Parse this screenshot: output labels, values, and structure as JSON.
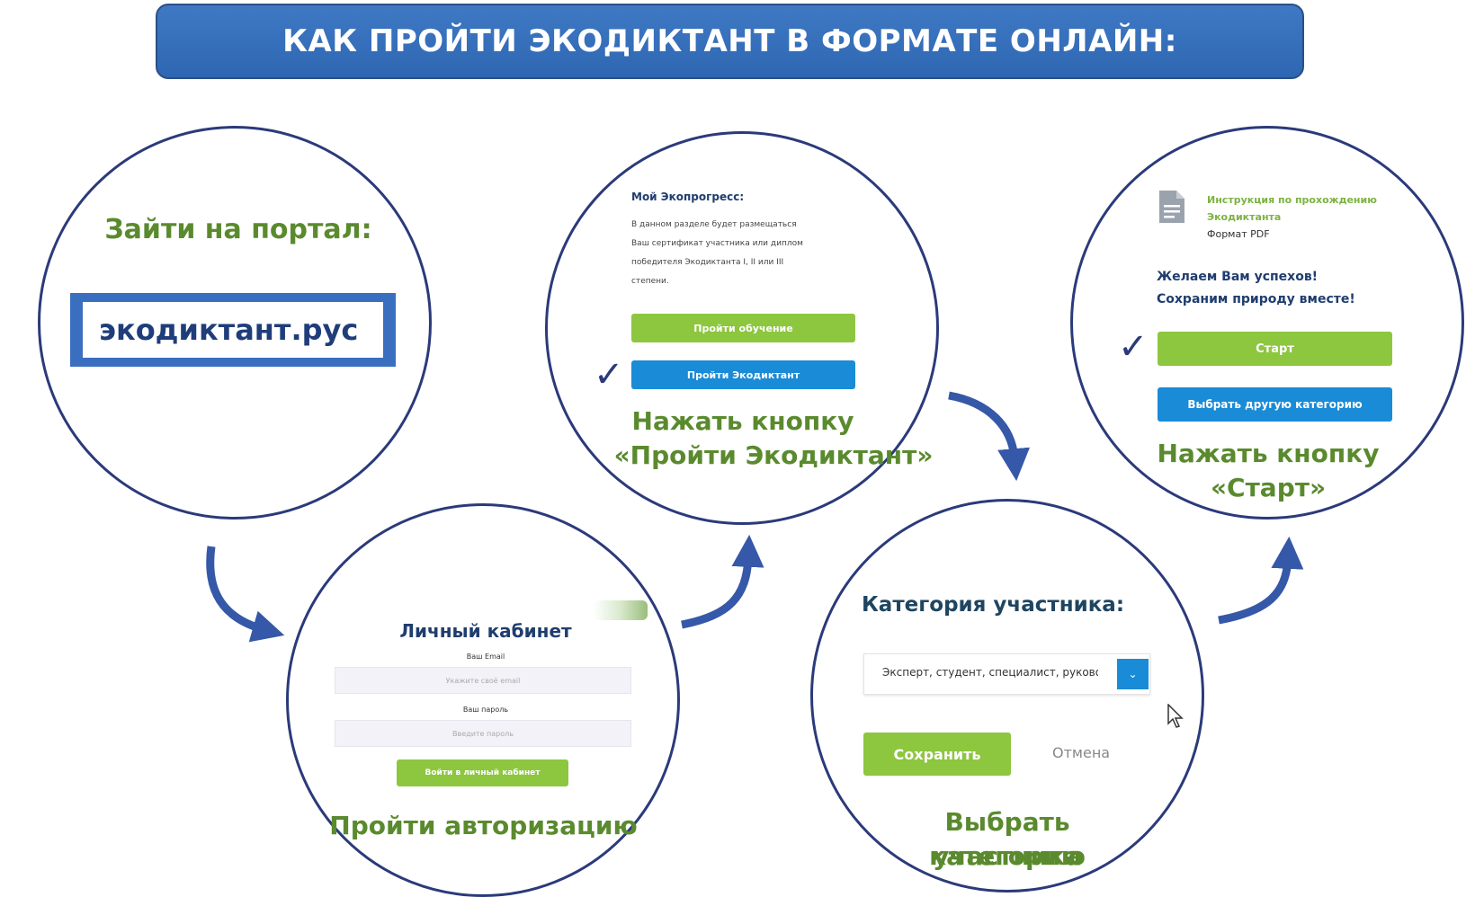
{
  "banner": {
    "title": "КАК ПРОЙТИ ЭКОДИКТАНТ В ФОРМАТЕ ОНЛАЙН:"
  },
  "step1": {
    "heading": "Зайти на портал:",
    "url": "экодиктант.рус"
  },
  "step2": {
    "title": "Личный кабинет",
    "email_label": "Ваш Email",
    "email_placeholder": "Укажите своё email",
    "password_label": "Ваш пароль",
    "password_placeholder": "Введите пароль",
    "login_button": "Войти в личный кабинет",
    "caption": "Пройти авторизацию"
  },
  "step3": {
    "title": "Мой Экопрогресс:",
    "text_lines": [
      "В данном разделе будет размещаться",
      "Ваш сертификат участника или диплом",
      "победителя Экодиктанта I, II или III",
      "степени."
    ],
    "learn_button": "Пройти обучение",
    "start_button": "Пройти Экодиктант",
    "caption_line1": "Нажать кнопку",
    "caption_line2": "«Пройти Экодиктант»"
  },
  "step4": {
    "title": "Категория участника:",
    "select_value": "Эксперт, студент, специалист, руковод",
    "save_button": "Сохранить",
    "cancel_link": "Отмена",
    "caption_line1": "Выбрать категорию",
    "caption_line2": "участника"
  },
  "step5": {
    "instruction_line1": "Инструкция по прохождению",
    "instruction_line2": "Экодиктанта",
    "format": "Формат PDF",
    "wish_line1": "Желаем Вам успехов!",
    "wish_line2": "Сохраним природу вместе!",
    "start_button": "Старт",
    "other_category_button": "Выбрать другую категорию",
    "caption_line1": "Нажать кнопку",
    "caption_line2": "«Старт»"
  },
  "check_glyph": "✓",
  "colors": {
    "banner": "#3570bb",
    "circle_border": "#2b3a7a",
    "green_text": "#5a8a2e",
    "green_button": "#8dc63f",
    "blue_button": "#1a8bd6",
    "arrow": "#3558a8"
  }
}
